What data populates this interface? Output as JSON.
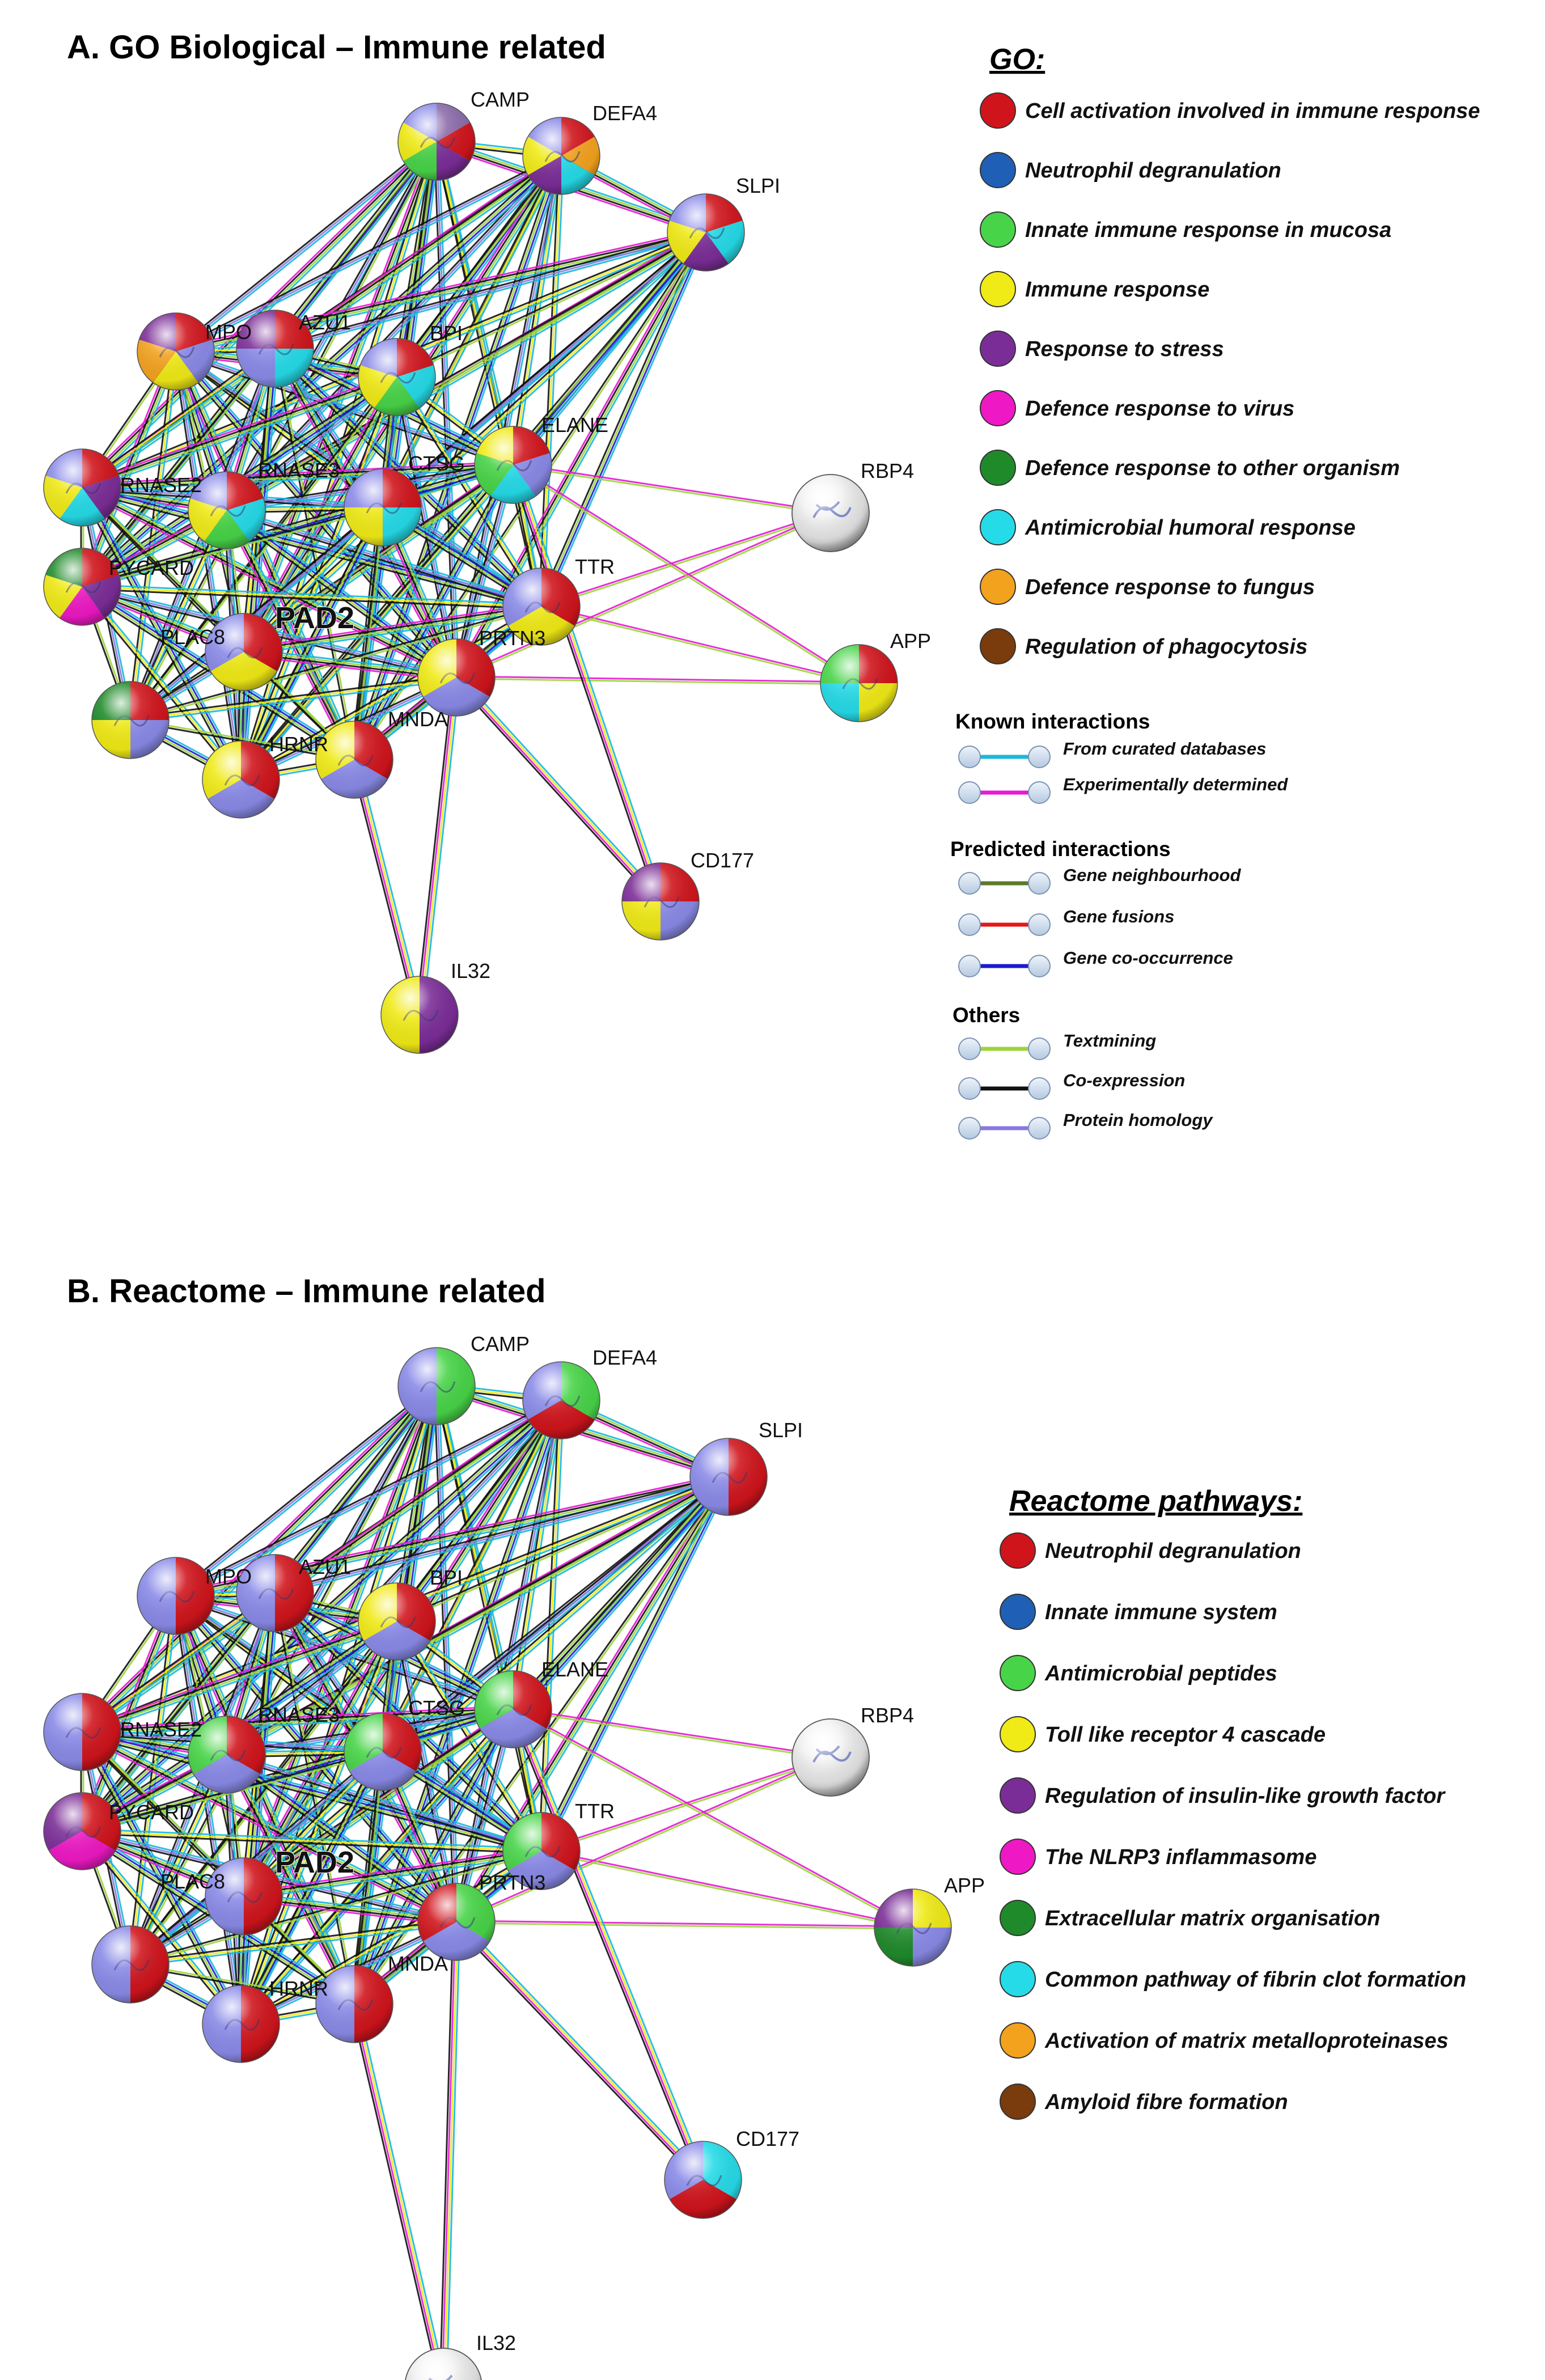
{
  "panel_a": {
    "title": "A.  GO Biological – Immune related",
    "legend_title": "GO:",
    "legend_items": [
      {
        "label": "Cell activation involved in immune response",
        "color": "#d0141c"
      },
      {
        "label": "Neutrophil degranulation",
        "color": "#1f5fb5"
      },
      {
        "label": "Innate immune response in mucosa",
        "color": "#48d448"
      },
      {
        "label": "Immune response",
        "color": "#f0ea16"
      },
      {
        "label": "Response to stress",
        "color": "#7b2d97"
      },
      {
        "label": "Defence response to virus",
        "color": "#ee19c4"
      },
      {
        "label": "Defence response to other organism",
        "color": "#1f8a2a"
      },
      {
        "label": "Antimicrobial humoral response",
        "color": "#25dbe8"
      },
      {
        "label": "Defence response to fungus",
        "color": "#f3a21e"
      },
      {
        "label": "Regulation of phagocytosis",
        "color": "#7a3b0d"
      }
    ],
    "interactions": {
      "known_title": "Known interactions",
      "known": [
        {
          "label": "From curated databases",
          "color": "#1ab8dc"
        },
        {
          "label": "Experimentally  determined",
          "color": "#e619d4"
        }
      ],
      "predicted_title": "Predicted interactions",
      "predicted": [
        {
          "label": "Gene neighbourhood",
          "color": "#5c7a2a"
        },
        {
          "label": "Gene fusions",
          "color": "#e21a1a"
        },
        {
          "label": "Gene co-occurrence",
          "color": "#1b1bd0"
        }
      ],
      "others_title": "Others",
      "others": [
        {
          "label": "Textmining",
          "color": "#9cd43a"
        },
        {
          "label": "Co-expression",
          "color": "#111111"
        },
        {
          "label": "Protein homology",
          "color": "#8a78e0"
        }
      ]
    },
    "nodes": [
      {
        "id": "CAMP",
        "label": "CAMP",
        "colors": [
          "#8a6aa8",
          "#d0141c",
          "#7b2d97",
          "#48d448",
          "#f0ea16",
          "#8a8ae8"
        ]
      },
      {
        "id": "DEFA4",
        "label": "DEFA4",
        "colors": [
          "#d0141c",
          "#f3a21e",
          "#25dbe8",
          "#7b2d97",
          "#f0ea16",
          "#8a8ae8"
        ]
      },
      {
        "id": "SLPI",
        "label": "SLPI",
        "colors": [
          "#d0141c",
          "#25dbe8",
          "#7b2d97",
          "#f0ea16",
          "#8a8ae8"
        ]
      },
      {
        "id": "MPO",
        "label": "MPO",
        "colors": [
          "#d0141c",
          "#8a8ae8",
          "#f0ea16",
          "#f3a21e",
          "#7b2d97"
        ]
      },
      {
        "id": "AZU1",
        "label": "AZU1",
        "colors": [
          "#d0141c",
          "#25dbe8",
          "#8a8ae8",
          "#7b2d97"
        ]
      },
      {
        "id": "BPI",
        "label": "BPI",
        "colors": [
          "#d0141c",
          "#25dbe8",
          "#48d448",
          "#f0ea16",
          "#8a8ae8"
        ]
      },
      {
        "id": "ELANE",
        "label": "ELANE",
        "colors": [
          "#d0141c",
          "#8a8ae8",
          "#25dbe8",
          "#48d448",
          "#f0ea16"
        ]
      },
      {
        "id": "RNASE2",
        "label": "RNASE2",
        "colors": [
          "#d0141c",
          "#7b2d97",
          "#25dbe8",
          "#f0ea16",
          "#8a8ae8"
        ]
      },
      {
        "id": "RNASE3",
        "label": "RNASE3",
        "colors": [
          "#d0141c",
          "#25dbe8",
          "#48d448",
          "#f0ea16",
          "#8a8ae8"
        ]
      },
      {
        "id": "CTSG",
        "label": "CTSG",
        "colors": [
          "#d0141c",
          "#25dbe8",
          "#f0ea16",
          "#8a8ae8"
        ]
      },
      {
        "id": "RBP4",
        "label": "RBP4",
        "colors": []
      },
      {
        "id": "PYCARD",
        "label": "PYCARD",
        "colors": [
          "#d0141c",
          "#7b2d97",
          "#ee19c4",
          "#f0ea16",
          "#1f8a2a"
        ]
      },
      {
        "id": "TTR",
        "label": "TTR",
        "colors": [
          "#d0141c",
          "#f0ea16",
          "#8a8ae8"
        ]
      },
      {
        "id": "PAD2",
        "label": "PAD2",
        "colors": [
          "#d0141c",
          "#f0ea16",
          "#8a8ae8"
        ]
      },
      {
        "id": "APP",
        "label": "APP",
        "colors": [
          "#d0141c",
          "#f0ea16",
          "#25dbe8",
          "#48d448"
        ]
      },
      {
        "id": "PRTN3",
        "label": "PRTN3",
        "colors": [
          "#d0141c",
          "#8a8ae8",
          "#f0ea16"
        ]
      },
      {
        "id": "PLAC8",
        "label": "PLAC8",
        "colors": [
          "#d0141c",
          "#8a8ae8",
          "#f0ea16",
          "#1f8a2a"
        ]
      },
      {
        "id": "MNDA",
        "label": "MNDA",
        "colors": [
          "#d0141c",
          "#8a8ae8",
          "#f0ea16"
        ]
      },
      {
        "id": "HRNR",
        "label": "HRNR",
        "colors": [
          "#d0141c",
          "#8a8ae8",
          "#f0ea16"
        ]
      },
      {
        "id": "CD177",
        "label": "CD177",
        "colors": [
          "#d0141c",
          "#8a8ae8",
          "#f0ea16",
          "#7b2d97"
        ]
      },
      {
        "id": "IL32",
        "label": "IL32",
        "colors": [
          "#7b2d97",
          "#f0ea16"
        ]
      }
    ]
  },
  "panel_b": {
    "title": "B.  Reactome – Immune related",
    "legend_title": "Reactome pathways:",
    "legend_items": [
      {
        "label": "Neutrophil degranulation",
        "color": "#d0141c"
      },
      {
        "label": "Innate immune system",
        "color": "#1f5fb5"
      },
      {
        "label": "Antimicrobial peptides",
        "color": "#48d448"
      },
      {
        "label": "Toll like receptor 4 cascade",
        "color": "#f0ea16"
      },
      {
        "label": "Regulation of insulin-like growth factor",
        "color": "#7b2d97"
      },
      {
        "label": "The NLRP3 inflammasome",
        "color": "#ee19c4"
      },
      {
        "label": "Extracellular matrix organisation",
        "color": "#1f8a2a"
      },
      {
        "label": "Common pathway of fibrin clot formation",
        "color": "#25dbe8"
      },
      {
        "label": "Activation of matrix metalloproteinases",
        "color": "#f3a21e"
      },
      {
        "label": "Amyloid fibre formation",
        "color": "#7a3b0d"
      }
    ],
    "nodes": [
      {
        "id": "CAMP",
        "label": "CAMP",
        "colors": [
          "#48d448",
          "#8a8ae8"
        ]
      },
      {
        "id": "DEFA4",
        "label": "DEFA4",
        "colors": [
          "#48d448",
          "#d0141c",
          "#8a8ae8"
        ]
      },
      {
        "id": "SLPI",
        "label": "SLPI",
        "colors": [
          "#d0141c",
          "#8a8ae8"
        ]
      },
      {
        "id": "MPO",
        "label": "MPO",
        "colors": [
          "#d0141c",
          "#8a8ae8"
        ]
      },
      {
        "id": "AZU1",
        "label": "AZU1",
        "colors": [
          "#d0141c",
          "#8a8ae8"
        ]
      },
      {
        "id": "BPI",
        "label": "BPI",
        "colors": [
          "#d0141c",
          "#8a8ae8",
          "#f0ea16"
        ]
      },
      {
        "id": "ELANE",
        "label": "ELANE",
        "colors": [
          "#d0141c",
          "#8a8ae8",
          "#48d448"
        ]
      },
      {
        "id": "RNASE2",
        "label": "RNASE2",
        "colors": [
          "#d0141c",
          "#8a8ae8"
        ]
      },
      {
        "id": "RNASE3",
        "label": "RNASE3",
        "colors": [
          "#d0141c",
          "#8a8ae8",
          "#48d448"
        ]
      },
      {
        "id": "CTSG",
        "label": "CTSG",
        "colors": [
          "#d0141c",
          "#8a8ae8",
          "#48d448"
        ]
      },
      {
        "id": "RBP4",
        "label": "RBP4",
        "colors": []
      },
      {
        "id": "PYCARD",
        "label": "PYCARD",
        "colors": [
          "#d0141c",
          "#ee19c4",
          "#7b2d97"
        ]
      },
      {
        "id": "TTR",
        "label": "TTR",
        "colors": [
          "#d0141c",
          "#8a8ae8",
          "#48d448"
        ]
      },
      {
        "id": "PAD2",
        "label": "PAD2",
        "colors": [
          "#d0141c",
          "#8a8ae8"
        ]
      },
      {
        "id": "APP",
        "label": "APP",
        "colors": [
          "#f0ea16",
          "#8a8ae8",
          "#1f8a2a",
          "#7b2d97"
        ]
      },
      {
        "id": "PRTN3",
        "label": "PRTN3",
        "colors": [
          "#48d448",
          "#8a8ae8",
          "#d0141c"
        ]
      },
      {
        "id": "PLAC8",
        "label": "PLAC8",
        "colors": [
          "#d0141c",
          "#8a8ae8"
        ]
      },
      {
        "id": "MNDA",
        "label": "MNDA",
        "colors": [
          "#d0141c",
          "#8a8ae8"
        ]
      },
      {
        "id": "HRNR",
        "label": "HRNR",
        "colors": [
          "#d0141c",
          "#8a8ae8"
        ]
      },
      {
        "id": "CD177",
        "label": "CD177",
        "colors": [
          "#25dbe8",
          "#d0141c",
          "#8a8ae8"
        ]
      },
      {
        "id": "IL32",
        "label": "IL32",
        "colors": []
      }
    ]
  }
}
